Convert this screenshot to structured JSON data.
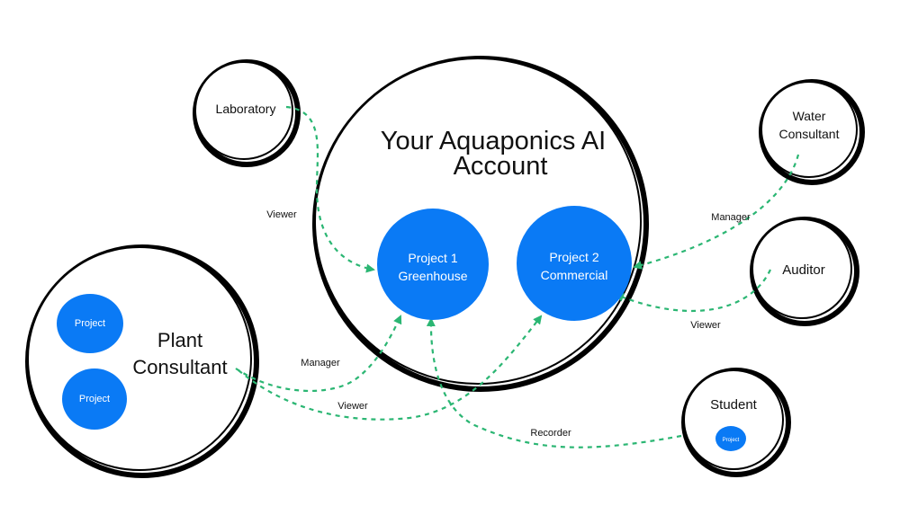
{
  "colors": {
    "project_fill": "#0A7AF5",
    "connector": "#2BB673",
    "circle_outline": "#000000",
    "project_text": "#ffffff"
  },
  "account": {
    "title_line1": "Your Aquaponics AI",
    "title_line2": "Account",
    "project1": {
      "line1": "Project 1",
      "line2": "Greenhouse"
    },
    "project2": {
      "line1": "Project 2",
      "line2": "Commercial"
    }
  },
  "stakeholders": {
    "laboratory": {
      "label": "Laboratory"
    },
    "water_consultant": {
      "line1": "Water",
      "line2": "Consultant"
    },
    "auditor": {
      "label": "Auditor"
    },
    "student": {
      "label": "Student",
      "project_label": "Project"
    },
    "plant_consultant": {
      "line1": "Plant",
      "line2": "Consultant",
      "project_a": "Project",
      "project_b": "Project"
    }
  },
  "roles": {
    "laboratory_to_project1": "Viewer",
    "water_to_project2": "Manager",
    "auditor_to_project2": "Viewer",
    "plant_to_project1": "Manager",
    "plant_to_project2": "Viewer",
    "student_to_project1": "Recorder"
  }
}
